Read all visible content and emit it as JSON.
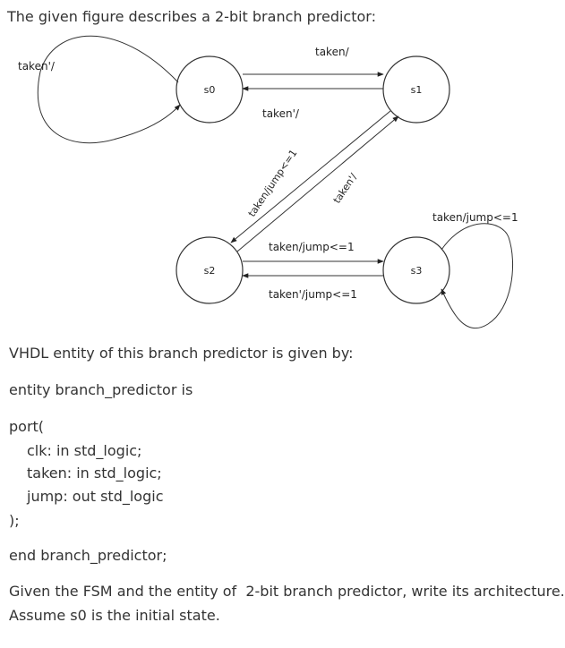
{
  "intro": "The given figure describes a 2-bit branch predictor:",
  "diagram": {
    "states": {
      "s0": "s0",
      "s1": "s1",
      "s2": "s2",
      "s3": "s3"
    },
    "labels": {
      "s0_self": "taken'/",
      "s0_to_s1": "taken/",
      "s1_to_s0": "taken'/",
      "s1_to_s2": "taken/jump<=1",
      "s2_to_s1": "taken'/",
      "s2_to_s3": "taken/jump<=1",
      "s3_to_s2": "taken'/jump<=1",
      "s3_self": "taken/jump<=1"
    }
  },
  "vhdl_intro": "VHDL entity of this branch predictor is given by:",
  "code": {
    "entity_line": "entity branch_predictor is",
    "port_open": "port(",
    "ports": [
      "clk: in std_logic;",
      "taken: in std_logic;",
      "jump: out std_logic"
    ],
    "port_close": ");",
    "end_line": "end branch_predictor;"
  },
  "question": {
    "line1": "Given the FSM and the entity of  2-bit branch predictor, write its architecture.",
    "line2": "Assume s0 is the initial state."
  }
}
